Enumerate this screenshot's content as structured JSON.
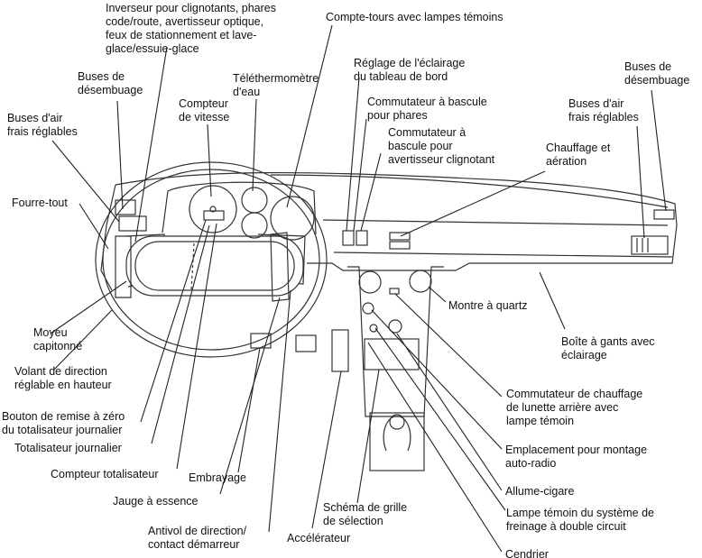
{
  "labels": {
    "inverseur": "Inverseur pour clignotants, phares\ncode/route, avertisseur optique,\nfeux de stationnement et lave-\nglace/essuie-glace",
    "compte_tours": "Compte-tours avec lampes témoins",
    "buses_desembuage_left": "Buses de\ndésembuage",
    "telethermometre": "Téléthermomètre\nd'eau",
    "reglage_eclairage": "Réglage de l'éclairage\ndu tableau de bord",
    "buses_desembuage_right": "Buses de\ndésembuage",
    "compteur_vitesse": "Compteur\nde vitesse",
    "commutateur_phares": "Commutateur à bascule\npour phares",
    "buses_air_left": "Buses d'air\nfrais réglables",
    "buses_air_right": "Buses d'air\nfrais réglables",
    "commutateur_clignotant": "Commutateur à\nbascule pour\navertisseur clignotant",
    "chauffage_aeration": "Chauffage et\naération",
    "fourre_tout": "Fourre-tout",
    "moyeu": "Moyeu\ncapitonné",
    "montre": "Montre à quartz",
    "volant": "Volant de direction\nréglable en hauteur",
    "boite_gants": "Boîte à gants avec\néclairage",
    "bouton_remise": "Bouton de remise à zéro\ndu totalisateur journalier",
    "commutateur_lunette": "Commutateur de chauffage\nde lunette arrière avec\nlampe témoin",
    "totalisateur_journalier": "Totalisateur journalier",
    "emplacement_radio": "Emplacement pour montage\nauto-radio",
    "compteur_totalisateur": "Compteur totalisateur",
    "embrayage": "Embrayage",
    "allume_cigare": "Allume-cigare",
    "jauge": "Jauge à essence",
    "schema_grille": "Schéma de grille\nde sélection",
    "lampe_temoin": "Lampe témoin du système de\nfreinage à double circuit",
    "antivol": "Antivol de direction/\ncontact démarreur",
    "accelerateur": "Accélérateur",
    "cut_label": "Cendrier"
  }
}
